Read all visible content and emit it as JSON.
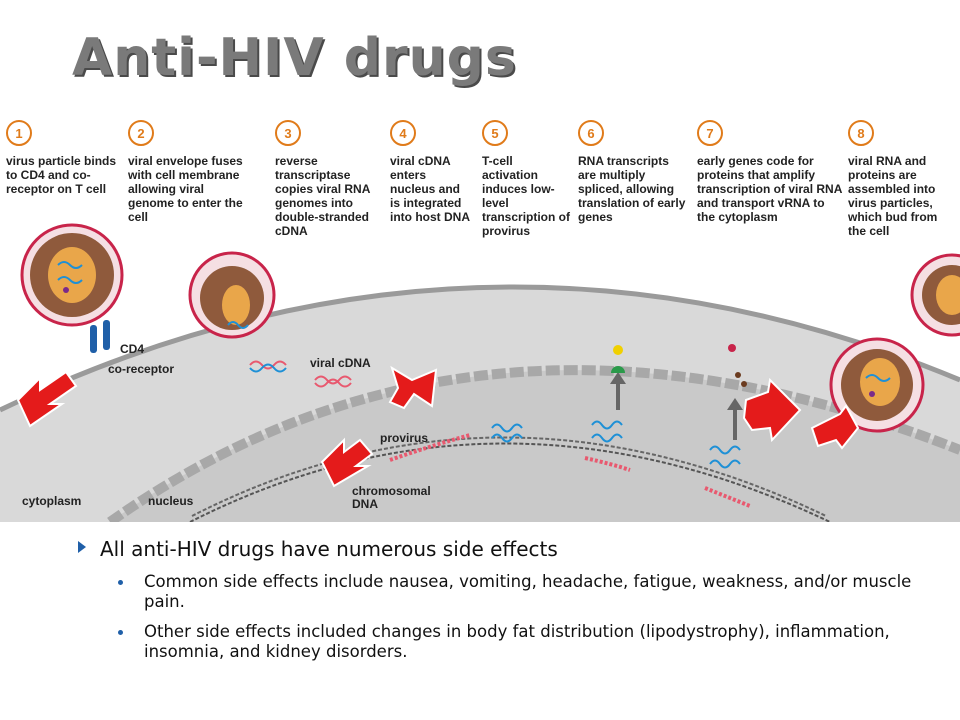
{
  "title": "Anti-HIV drugs",
  "steps": [
    {
      "num": "1",
      "text": "virus particle binds to CD4 and co-receptor on T cell"
    },
    {
      "num": "2",
      "text": "viral envelope fuses with cell membrane allowing viral genome to enter the cell"
    },
    {
      "num": "3",
      "text": "reverse transcriptase copies viral RNA genomes into double-stranded cDNA"
    },
    {
      "num": "4",
      "text": "viral cDNA enters nucleus and is integrated into host DNA"
    },
    {
      "num": "5",
      "text": "T-cell activation induces low-level transcription of provirus"
    },
    {
      "num": "6",
      "text": "RNA transcripts are multiply spliced, allowing translation of early genes"
    },
    {
      "num": "7",
      "text": "early genes code for proteins that amplify transcription of viral RNA and transport vRNA to the cytoplasm"
    },
    {
      "num": "8",
      "text": "viral RNA and proteins are assembled into virus particles, which bud from the cell"
    }
  ],
  "labels": {
    "cd4": "CD4",
    "coreceptor": "co-receptor",
    "viral_cdna": "viral cDNA",
    "provirus": "provirus",
    "chromosomal_dna": "chromosomal DNA",
    "cytoplasm": "cytoplasm",
    "nucleus": "nucleus"
  },
  "bullets": {
    "main": "All anti-HIV drugs have numerous side effects",
    "sub": [
      "Common side effects include nausea, vomiting, headache, fatigue, weakness, and/or muscle pain.",
      "Other side effects included changes in body fat distribution (lipodystrophy), inflammation, insomnia, and kidney disorders."
    ]
  },
  "colors": {
    "step_accent": "#e07b1a",
    "arrow_red": "#e41b1b",
    "bullet_blue": "#1f5fa8",
    "cell_gray": "#d9d9d9",
    "nucleus_gray": "#c8c8c8",
    "virus_red": "#c8244a",
    "rna_blue": "#1e90d6",
    "dna_pink": "#e8596f"
  }
}
